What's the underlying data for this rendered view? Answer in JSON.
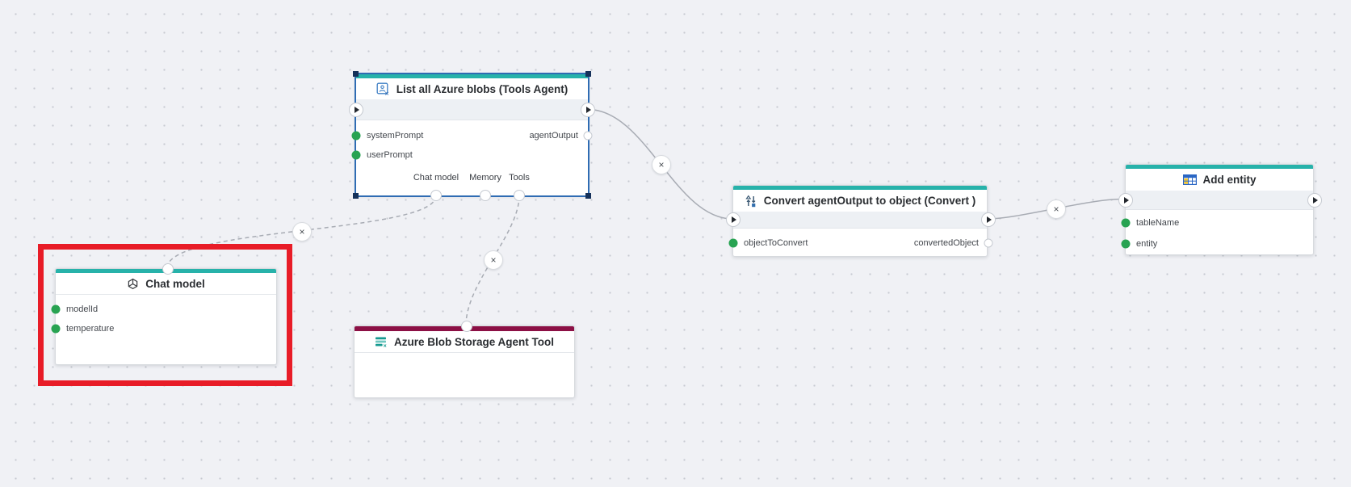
{
  "flow": {
    "nodes": {
      "agent": {
        "title": "List all Azure blobs (Tools Agent)",
        "inputs": [
          "systemPrompt",
          "userPrompt"
        ],
        "output": "agentOutput",
        "connectors": [
          "Chat model",
          "Memory",
          "Tools"
        ],
        "selected": true
      },
      "chat_model": {
        "title": "Chat model",
        "inputs": [
          "modelId",
          "temperature"
        ],
        "highlighted": true
      },
      "blob_tool": {
        "title": "Azure Blob Storage Agent Tool"
      },
      "convert": {
        "title": "Convert agentOutput to object (Convert )",
        "input": "objectToConvert",
        "output": "convertedObject"
      },
      "add_entity": {
        "title": "Add entity",
        "inputs": [
          "tableName",
          "entity"
        ]
      }
    },
    "connections": [
      {
        "from": "agent.flow-out",
        "to": "convert.flow-in",
        "style": "solid"
      },
      {
        "from": "convert.flow-out",
        "to": "add_entity.flow-in",
        "style": "solid"
      },
      {
        "from": "agent.connector-chat-model",
        "to": "chat_model.top",
        "style": "dashed"
      },
      {
        "from": "agent.connector-tools",
        "to": "blob_tool.top",
        "style": "dashed"
      }
    ]
  },
  "glyphs": {
    "delete": "×"
  },
  "icons": {
    "agent": "agent-card-icon",
    "chat_model": "openai-knot-icon",
    "blob_tool": "storage-list-icon",
    "convert": "convert-arrows-icon",
    "add_entity": "table-icon"
  },
  "colors": {
    "accent_teal": "#27b2aa",
    "accent_maroon": "#8c1045",
    "input_port_green": "#28a352",
    "selection_blue": "#2f6cb3",
    "highlight_red": "#e81c27",
    "wire_gray": "#a8acb4",
    "canvas_bg": "#f0f1f5"
  }
}
